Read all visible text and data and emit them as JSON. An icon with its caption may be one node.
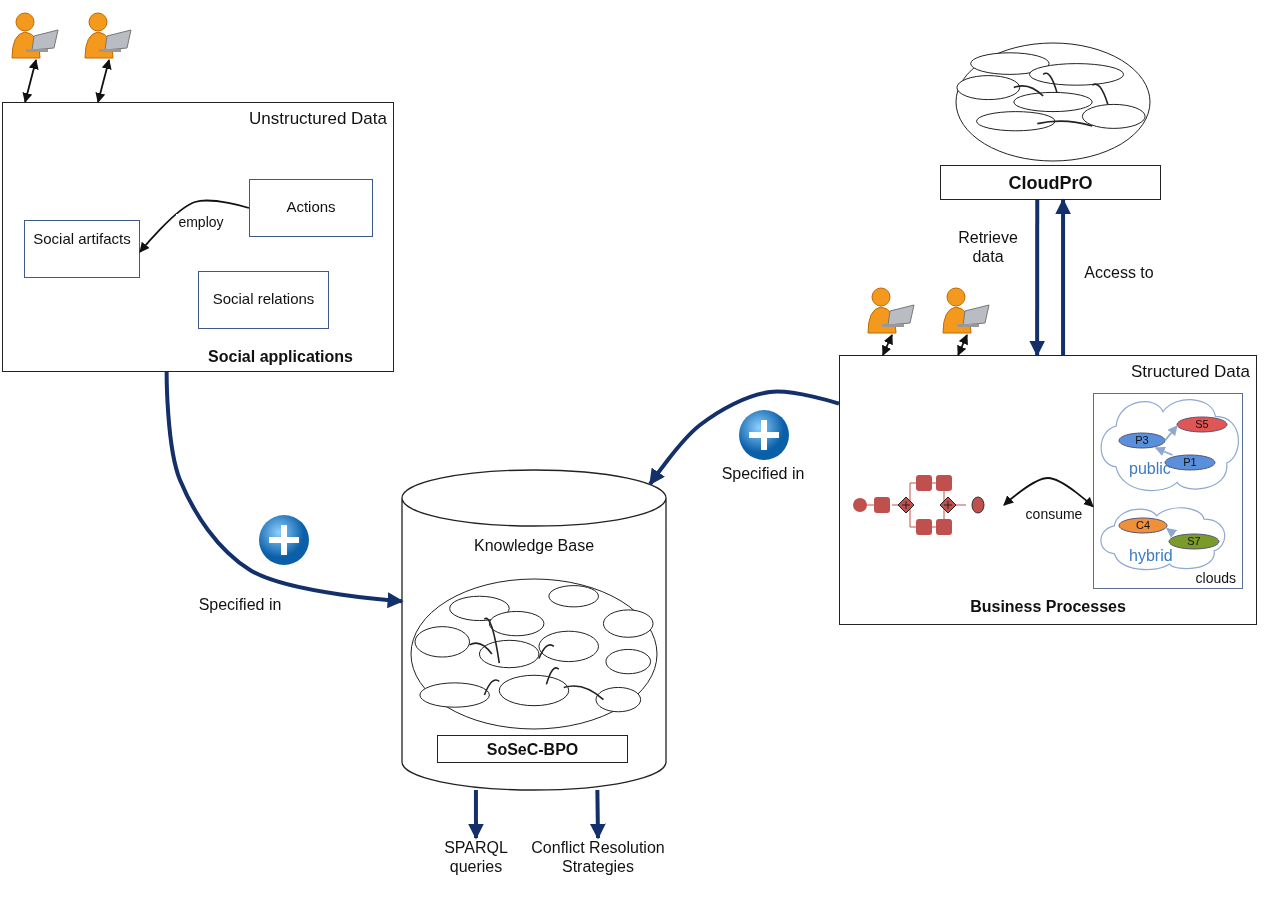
{
  "diagram": {
    "nodes": [
      {
        "text": [],
        "shape": "person"
      },
      {
        "text": [],
        "shape": "person"
      },
      {
        "text": [
          "Unstructured Data",
          "Social applications"
        ]
      },
      {
        "text": [
          "Actions"
        ],
        "in": 2
      },
      {
        "text": [
          "Social artifacts"
        ],
        "in": 2
      },
      {
        "text": [
          "Social relations"
        ],
        "in": 2
      },
      {
        "text": [],
        "shape": "picture"
      },
      {
        "text": [
          "CloudPrO"
        ]
      },
      {
        "text": [],
        "shape": "person"
      },
      {
        "text": [],
        "shape": "person"
      },
      {
        "text": [
          "Structured Data",
          "Business Processes"
        ]
      },
      {
        "text": [],
        "shape": "picture",
        "in": 10
      },
      {
        "text": [
          "clouds"
        ],
        "in": 10
      },
      {
        "text": [
          "public"
        ],
        "in": 12
      },
      {
        "text": [
          "P3"
        ],
        "in": 13
      },
      {
        "text": [
          "S5"
        ],
        "in": 13
      },
      {
        "text": [
          "P1"
        ],
        "in": 13
      },
      {
        "text": [
          "hybrid"
        ],
        "in": 12
      },
      {
        "text": [
          "C4"
        ],
        "in": 17
      },
      {
        "text": [
          "S7"
        ],
        "in": 17
      },
      {
        "text": [
          "Knowledge Base"
        ]
      },
      {
        "text": [],
        "shape": "picture",
        "in": 20
      },
      {
        "text": [
          "SoSeC-BPO"
        ],
        "in": 20
      },
      {
        "text": [
          "SPARQL queries"
        ]
      },
      {
        "text": [
          "Conflict Resolution Strategies"
        ]
      }
    ],
    "edges": [
      {
        "from": 0,
        "to": 2,
        "arrow": "both"
      },
      {
        "from": 1,
        "to": 2,
        "arrow": "both"
      },
      {
        "from": 3,
        "to": 4,
        "arrow": "to",
        "label": "employ"
      },
      {
        "from": 8,
        "to": 10,
        "arrow": "both"
      },
      {
        "from": 9,
        "to": 10,
        "arrow": "both"
      },
      {
        "from": 7,
        "to": 10,
        "arrow": "to",
        "label": "Retrieve data",
        "style": "thick",
        "color": "#14306b"
      },
      {
        "from": 10,
        "to": 7,
        "arrow": "to",
        "label": "Access to",
        "style": "thick",
        "color": "#14306b"
      },
      {
        "from": 2,
        "to": 20,
        "arrow": "to",
        "label": "Specified in",
        "style": "thick",
        "color": "#14306b"
      },
      {
        "from": 10,
        "to": 20,
        "arrow": "to",
        "label": "Specified in",
        "style": "thick",
        "color": "#14306b"
      },
      {
        "from": 11,
        "to": 12,
        "arrow": "both",
        "label": "consume"
      },
      {
        "from": 20,
        "to": 23,
        "arrow": "to",
        "style": "thick",
        "color": "#14306b"
      },
      {
        "from": 20,
        "to": 24,
        "arrow": "to",
        "style": "thick",
        "color": "#14306b"
      },
      {
        "from": 14,
        "to": 15,
        "arrow": "to",
        "color": "#8fa8d0"
      },
      {
        "from": 16,
        "to": 14,
        "arrow": "to",
        "color": "#8fa8d0"
      },
      {
        "from": 19,
        "to": 18,
        "arrow": "to",
        "color": "#8fa8d0"
      }
    ]
  }
}
